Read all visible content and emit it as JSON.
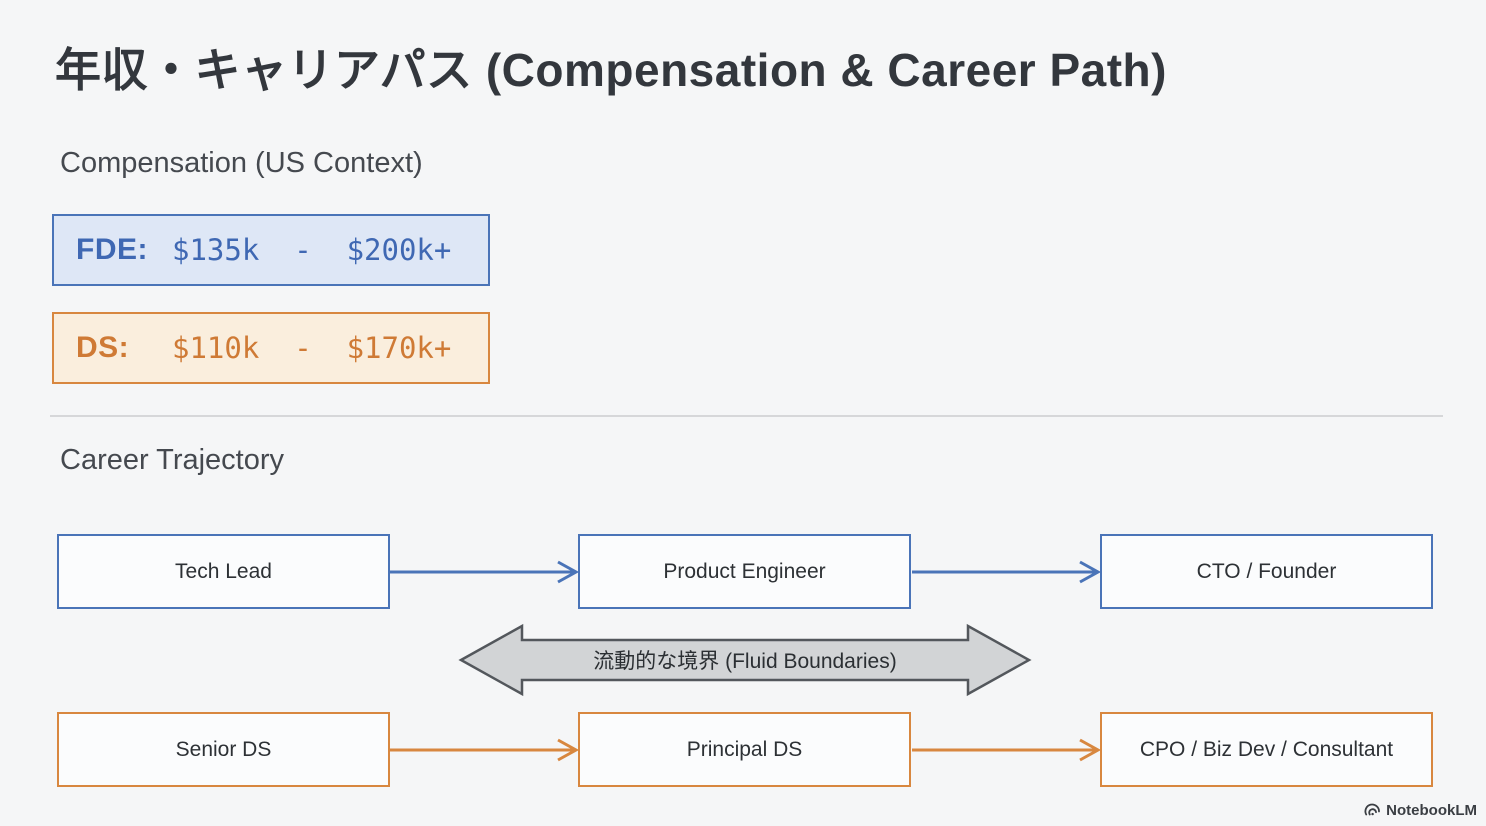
{
  "slide": {
    "title": "年収・キャリアパス (Compensation & Career Path)"
  },
  "compensation": {
    "heading": "Compensation (US Context)",
    "items": [
      {
        "label": "FDE:",
        "range": "$135k  -  $200k+",
        "accent": "#4a74b8",
        "fill": "#dee7f6",
        "text_color": "#3f68b3"
      },
      {
        "label": "DS:",
        "range": "$110k  -  $170k+",
        "accent": "#d8873f",
        "fill": "#faeedd",
        "text_color": "#cf7a35"
      }
    ]
  },
  "career": {
    "heading": "Career Trajectory",
    "fde_track": {
      "color": "#4a74b8",
      "nodes": [
        "Tech Lead",
        "Product Engineer",
        "CTO / Founder"
      ]
    },
    "ds_track": {
      "color": "#d8873f",
      "nodes": [
        "Senior DS",
        "Principal DS",
        "CPO / Biz Dev / Consultant"
      ]
    },
    "fluid_boundary_label": "流動的な境界 (Fluid Boundaries)",
    "fluid_arrow_fill": "#d2d4d6",
    "fluid_arrow_stroke": "#53575c"
  },
  "watermark": {
    "label": "NotebookLM"
  }
}
